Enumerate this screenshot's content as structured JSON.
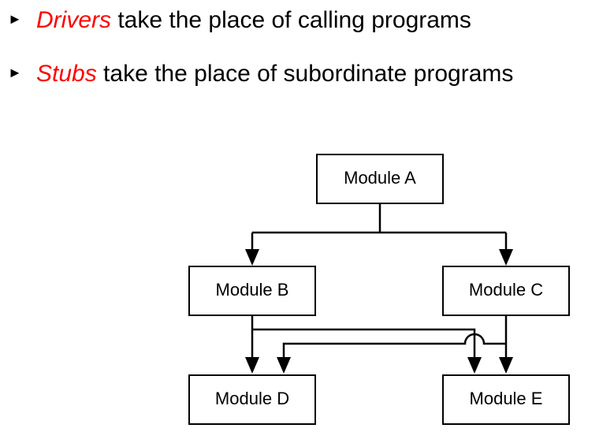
{
  "colors": {
    "highlight": "#ff0000",
    "text": "#000000"
  },
  "bullets": [
    {
      "marker": "►",
      "term": "Drivers",
      "rest": " take the place of calling programs"
    },
    {
      "marker": "►",
      "term": "Stubs",
      "rest": " take the place of subordinate programs"
    }
  ],
  "diagram": {
    "modules": {
      "a": "Module A",
      "b": "Module B",
      "c": "Module C",
      "d": "Module D",
      "e": "Module E"
    }
  }
}
